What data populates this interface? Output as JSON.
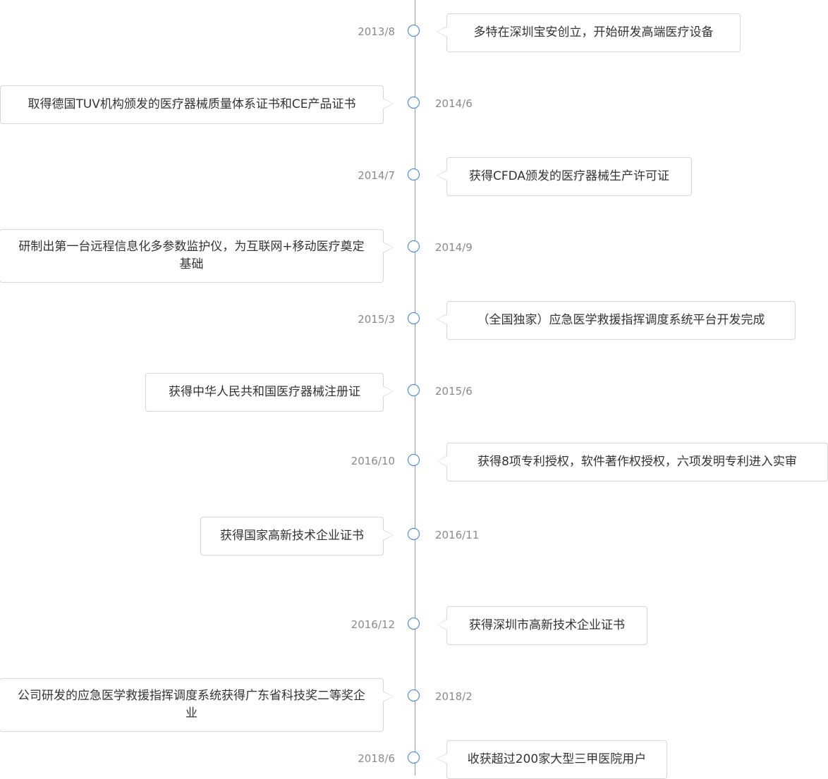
{
  "colors": {
    "accent": "#2f7de1",
    "line": "#9a9a9a",
    "date_text": "#8a8a8a",
    "card_border": "#d6d6d6",
    "card_text": "#333333"
  },
  "timeline": {
    "events": [
      {
        "date": "2013/8",
        "side": "right",
        "text": "多特在深圳宝安创立，开始研发高端医疗设备"
      },
      {
        "date": "2014/6",
        "side": "left",
        "text": "取得德国TUV机构颁发的医疗器械质量体系证书和CE产品证书"
      },
      {
        "date": "2014/7",
        "side": "right",
        "text": "获得CFDA颁发的医疗器械生产许可证"
      },
      {
        "date": "2014/9",
        "side": "left",
        "text": "研制出第一台远程信息化多参数监护仪，为互联网+移动医疗奠定基础"
      },
      {
        "date": "2015/3",
        "side": "right",
        "text": "（全国独家）应急医学救援指挥调度系统平台开发完成"
      },
      {
        "date": "2015/6",
        "side": "left",
        "text": "获得中华人民共和国医疗器械注册证"
      },
      {
        "date": "2016/10",
        "side": "right",
        "text": "获得8项专利授权，软件著作权授权，六项发明专利进入实审"
      },
      {
        "date": "2016/11",
        "side": "left",
        "text": "获得国家高新技术企业证书"
      },
      {
        "date": "2016/12",
        "side": "right",
        "text": "获得深圳市高新技术企业证书"
      },
      {
        "date": "2018/2",
        "side": "left",
        "text": "公司研发的应急医学救援指挥调度系统获得广东省科技奖二等奖企业"
      },
      {
        "date": "2018/6",
        "side": "right",
        "text": "收获超过200家大型三甲医院用户"
      }
    ]
  }
}
